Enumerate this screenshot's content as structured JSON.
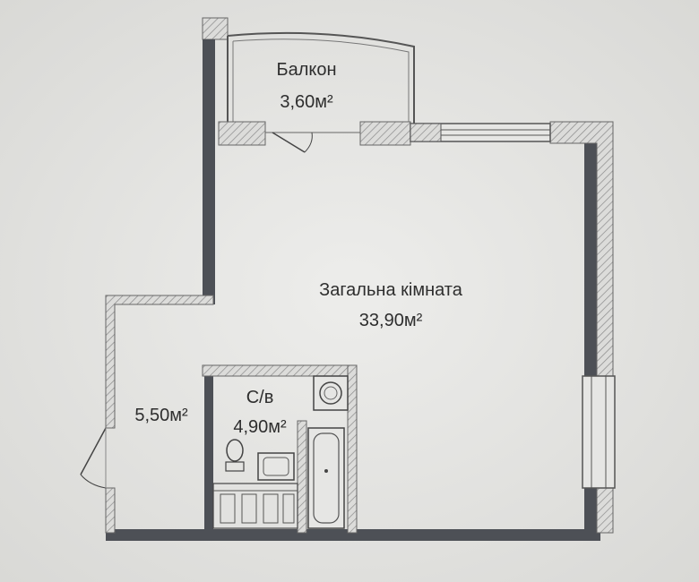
{
  "plan": {
    "rooms": {
      "balcony": {
        "name": "Балкон",
        "area": "3,60м²"
      },
      "living": {
        "name": "Загальна кімната",
        "area": "33,90м²"
      },
      "hall": {
        "area": "5,50м²"
      },
      "bathroom": {
        "name": "С/в",
        "area": "4,90м²"
      }
    },
    "colors": {
      "paper": "#e9e9e7",
      "wall": "#4d5056",
      "hatch": "#8a8a8a",
      "line": "#555555",
      "text": "#2e2e2e"
    }
  }
}
